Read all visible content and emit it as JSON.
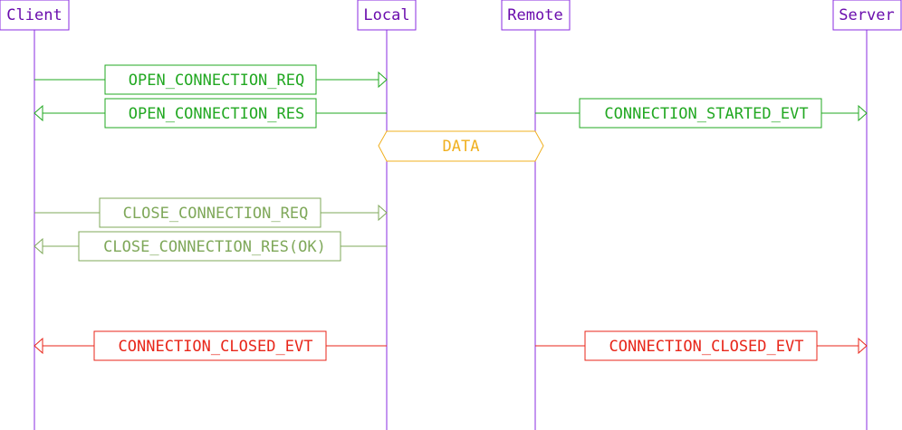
{
  "actors": [
    {
      "label": "Client"
    },
    {
      "label": "Local"
    },
    {
      "label": "Remote"
    },
    {
      "label": "Server"
    }
  ],
  "messages": [
    {
      "label": "OPEN_CONNECTION_REQ",
      "color": "#22a822"
    },
    {
      "label": "OPEN_CONNECTION_RES",
      "color": "#22a822"
    },
    {
      "label": "CONNECTION_STARTED_EVT",
      "color": "#22a822"
    },
    {
      "label": "DATA",
      "color": "#f0b020"
    },
    {
      "label": "CLOSE_CONNECTION_REQ",
      "color": "#7fa85a"
    },
    {
      "label": "CLOSE_CONNECTION_RES(OK)",
      "color": "#7fa85a"
    },
    {
      "label": "CONNECTION_CLOSED_EVT",
      "color": "#e8261a"
    },
    {
      "label": "CONNECTION_CLOSED_EVT",
      "color": "#e8261a"
    }
  ],
  "colors": {
    "lifeline": "#8a2be2",
    "actor_text": "#6a0dad",
    "marker": "#c8e830"
  }
}
